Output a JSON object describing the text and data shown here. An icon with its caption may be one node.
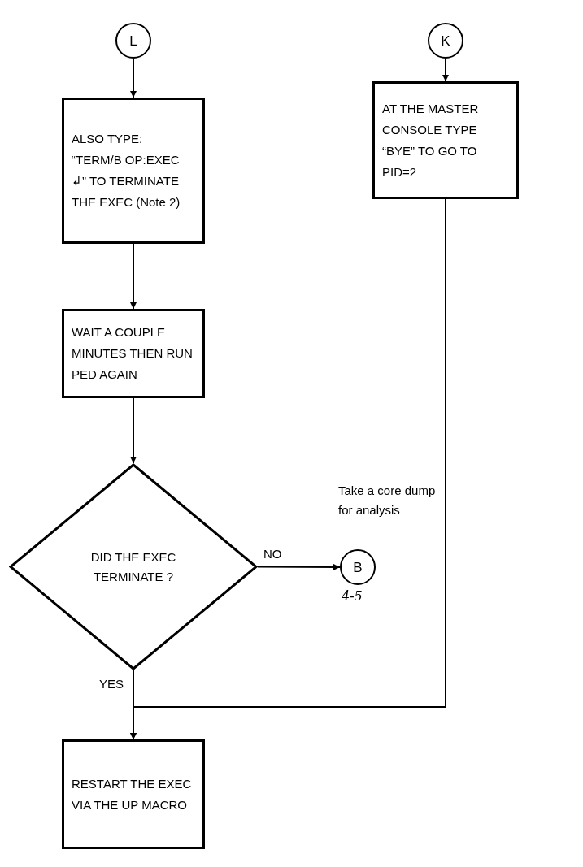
{
  "diagram": {
    "nodes": [
      {
        "text": [
          "L"
        ]
      },
      {
        "text": [
          "K"
        ]
      },
      {
        "text": [
          "ALSO TYPE: “TERM/B OP:EXEC ↲” TO TERMINATE THE EXEC (Note 2)"
        ]
      },
      {
        "text": [
          "AT THE MASTER CONSOLE TYPE “BYE” TO GO TO PID=2"
        ]
      },
      {
        "text": [
          "WAIT A COUPLE MINUTES THEN RUN PED AGAIN"
        ]
      },
      {
        "text": [
          "DID THE EXEC TERMINATE ?"
        ]
      },
      {
        "text": [
          "B"
        ],
        "beside": [
          "Take a core dump for analysis",
          "4-5"
        ]
      },
      {
        "text": [
          "RESTART THE EXEC VIA THE UP MACRO"
        ]
      }
    ],
    "edges": [
      {
        "from": 0,
        "to": 2,
        "arrow": "to"
      },
      {
        "from": 1,
        "to": 3,
        "arrow": "to"
      },
      {
        "from": 2,
        "to": 4,
        "arrow": "to"
      },
      {
        "from": 4,
        "to": 5,
        "arrow": "to"
      },
      {
        "from": 5,
        "to": 6,
        "arrow": "to",
        "label": "NO"
      },
      {
        "from": 5,
        "to": 7,
        "arrow": "to",
        "label": "YES"
      },
      {
        "from": 3,
        "to": 7,
        "arrow": "to"
      }
    ]
  }
}
